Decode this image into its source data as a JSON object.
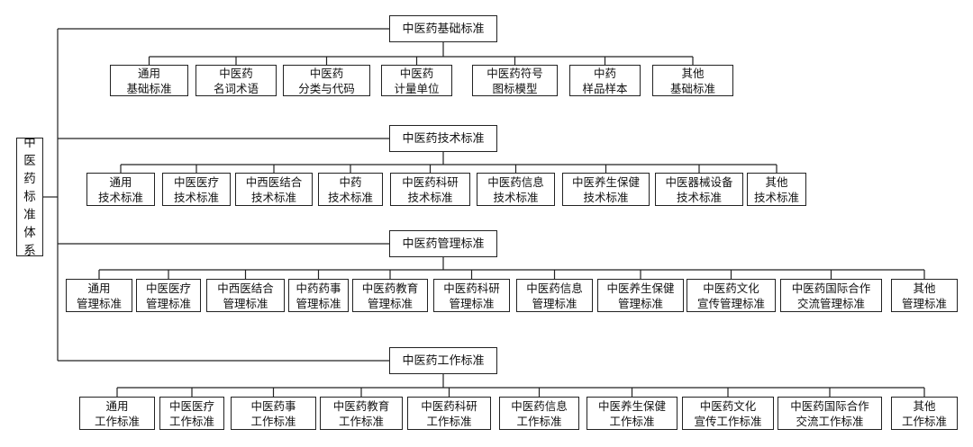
{
  "root": {
    "label": "中医药标准体系"
  },
  "categories": [
    {
      "label": "中医药基础标准",
      "children": [
        {
          "l1": "通用",
          "l2": "基础标准"
        },
        {
          "l1": "中医药",
          "l2": "名词术语"
        },
        {
          "l1": "中医药",
          "l2": "分类与代码"
        },
        {
          "l1": "中医药",
          "l2": "计量单位"
        },
        {
          "l1": "中医药符号",
          "l2": "图标模型"
        },
        {
          "l1": "中药",
          "l2": "样品样本"
        },
        {
          "l1": "其他",
          "l2": "基础标准"
        }
      ]
    },
    {
      "label": "中医药技术标准",
      "children": [
        {
          "l1": "通用",
          "l2": "技术标准"
        },
        {
          "l1": "中医医疗",
          "l2": "技术标准"
        },
        {
          "l1": "中西医结合",
          "l2": "技术标准"
        },
        {
          "l1": "中药",
          "l2": "技术标准"
        },
        {
          "l1": "中医药科研",
          "l2": "技术标准"
        },
        {
          "l1": "中医药信息",
          "l2": "技术标准"
        },
        {
          "l1": "中医养生保健",
          "l2": "技术标准"
        },
        {
          "l1": "中医器械设备",
          "l2": "技术标准"
        },
        {
          "l1": "其他",
          "l2": "技术标准"
        }
      ]
    },
    {
      "label": "中医药管理标准",
      "children": [
        {
          "l1": "通用",
          "l2": "管理标准"
        },
        {
          "l1": "中医医疗",
          "l2": "管理标准"
        },
        {
          "l1": "中西医结合",
          "l2": "管理标准"
        },
        {
          "l1": "中药药事",
          "l2": "管理标准"
        },
        {
          "l1": "中医药教育",
          "l2": "管理标准"
        },
        {
          "l1": "中医药科研",
          "l2": "管理标准"
        },
        {
          "l1": "中医药信息",
          "l2": "管理标准"
        },
        {
          "l1": "中医养生保健",
          "l2": "管理标准"
        },
        {
          "l1": "中医药文化",
          "l2": "宣传管理标准"
        },
        {
          "l1": "中医药国际合作",
          "l2": "交流管理标准"
        },
        {
          "l1": "其他",
          "l2": "管理标准"
        }
      ]
    },
    {
      "label": "中医药工作标准",
      "children": [
        {
          "l1": "通用",
          "l2": "工作标准"
        },
        {
          "l1": "中医医疗",
          "l2": "工作标准"
        },
        {
          "l1": "中医药事",
          "l2": "工作标准"
        },
        {
          "l1": "中医药教育",
          "l2": "工作标准"
        },
        {
          "l1": "中医药科研",
          "l2": "工作标准"
        },
        {
          "l1": "中医药信息",
          "l2": "工作标准"
        },
        {
          "l1": "中医养生保健",
          "l2": "工作标准"
        },
        {
          "l1": "中医药文化",
          "l2": "宣传工作标准"
        },
        {
          "l1": "中医药国际合作",
          "l2": "交流工作标准"
        },
        {
          "l1": "其他",
          "l2": "工作标准"
        }
      ]
    }
  ]
}
